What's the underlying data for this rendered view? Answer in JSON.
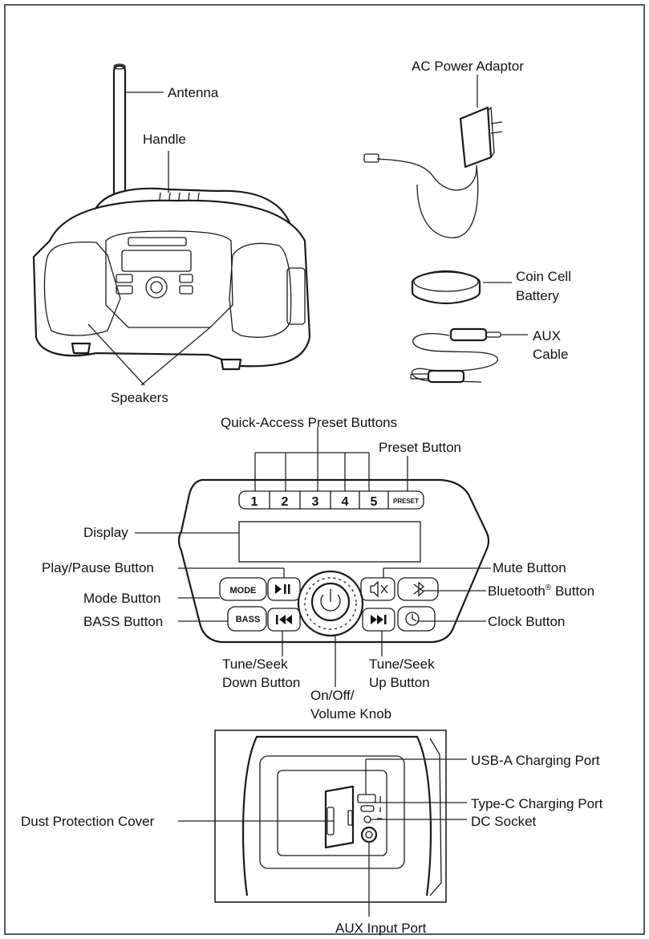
{
  "labels": {
    "antenna": "Antenna",
    "handle": "Handle",
    "speakers": "Speakers",
    "ac_adaptor": "AC Power Adaptor",
    "coin_cell_line1": "Coin Cell",
    "coin_cell_line2": "Battery",
    "aux_cable_line1": "AUX",
    "aux_cable_line2": "Cable",
    "quick_access": "Quick-Access Preset Buttons",
    "preset_button": "Preset Button",
    "display": "Display",
    "play_pause": "Play/Pause Button",
    "mode_button": "Mode Button",
    "bass_button": "BASS Button",
    "mute_button": "Mute Button",
    "bluetooth_button": "Bluetooth",
    "bluetooth_reg": "®",
    "bluetooth_button_suffix": " Button",
    "clock_button": "Clock Button",
    "tune_down_line1": "Tune/Seek",
    "tune_down_line2": "Down Button",
    "tune_up_line1": "Tune/Seek",
    "tune_up_line2": "Up Button",
    "knob_line1": "On/Off/",
    "knob_line2": "Volume Knob",
    "usb_a": "USB-A Charging Port",
    "type_c": "Type-C Charging Port",
    "dc_socket": "DC Socket",
    "dust_cover": "Dust Protection Cover",
    "aux_input": "AUX Input Port"
  },
  "panel": {
    "presets": [
      "1",
      "2",
      "3",
      "4",
      "5"
    ],
    "preset": "PRESET",
    "mode": "MODE",
    "bass": "BASS"
  }
}
